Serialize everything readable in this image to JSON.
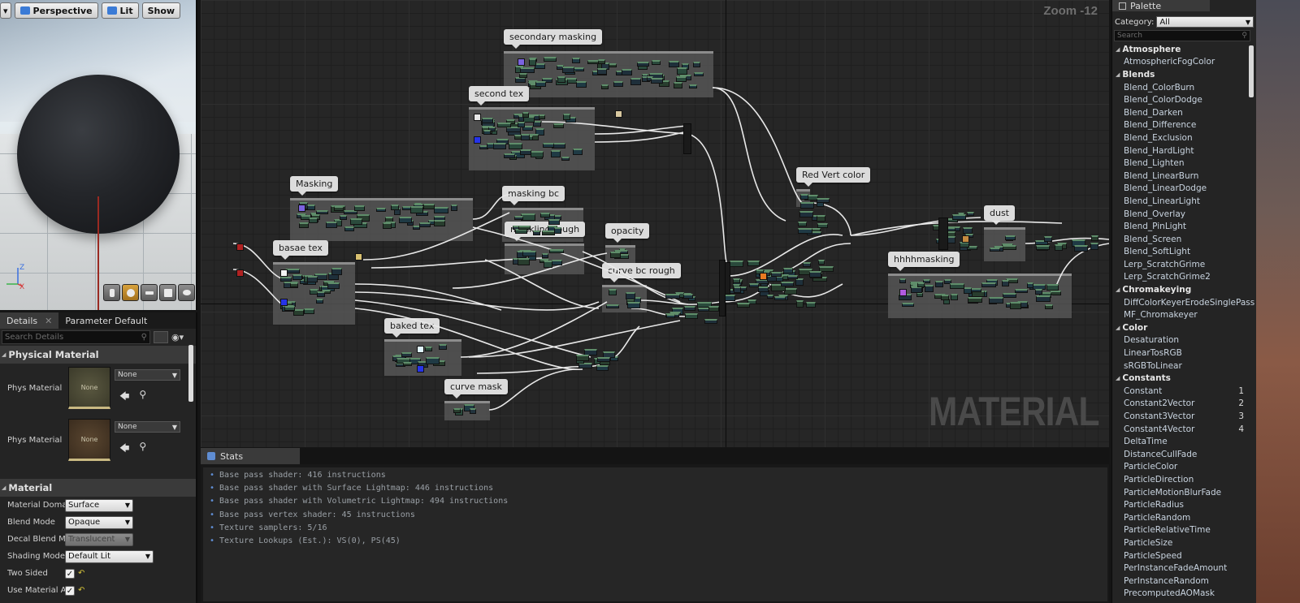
{
  "viewport": {
    "dropdown_icon": "chevron-down-icon",
    "perspective_label": "Perspective",
    "lit_label": "Lit",
    "show_label": "Show",
    "axis_x": "X",
    "axis_z": "Z"
  },
  "details": {
    "tab_details": "Details",
    "tab_parameter_defaults": "Parameter Default",
    "search_placeholder": "Search Details",
    "physical_material": {
      "category": "Physical Material",
      "phys_material_label": "Phys Material",
      "phys_material_value": "None",
      "phys_material_thumb": "None",
      "phys_material_mask_label": "Phys Material M",
      "phys_material_mask_value": "None",
      "phys_material_mask_thumb": "None"
    },
    "material": {
      "category": "Material",
      "rows": [
        {
          "label": "Material Domain",
          "value": "Surface"
        },
        {
          "label": "Blend Mode",
          "value": "Opaque"
        },
        {
          "label": "Decal Blend Mod",
          "value": "Translucent"
        },
        {
          "label": "Shading Model",
          "value": "Default Lit"
        },
        {
          "label": "Two Sided",
          "value": "✓"
        },
        {
          "label": "Use Material Attr",
          "value": "✓"
        }
      ]
    }
  },
  "graph": {
    "zoom_label": "Zoom -12",
    "watermark": "MATERIAL",
    "comments": [
      {
        "title": "secondary masking"
      },
      {
        "title": "second tex"
      },
      {
        "title": "Masking"
      },
      {
        "title": "masking bc"
      },
      {
        "title": "maskling rough"
      },
      {
        "title": "basae tex"
      },
      {
        "title": "opacity"
      },
      {
        "title": "curve bc rough"
      },
      {
        "title": "baked tex"
      },
      {
        "title": "curve mask"
      },
      {
        "title": "Red Vert color"
      },
      {
        "title": "dust"
      },
      {
        "title": "hhhhmasking"
      }
    ]
  },
  "stats": {
    "tab_label": "Stats",
    "lines": [
      "Base pass shader: 416 instructions",
      "Base pass shader with Surface Lightmap: 446 instructions",
      "Base pass shader with Volumetric Lightmap: 494 instructions",
      "Base pass vertex shader: 45 instructions",
      "Texture samplers: 5/16",
      "Texture Lookups (Est.): VS(0), PS(45)"
    ]
  },
  "palette": {
    "title": "Palette",
    "category_label": "Category:",
    "category_value": "All",
    "search_placeholder": "Search",
    "groups": [
      {
        "name": "Atmosphere",
        "items": [
          {
            "label": "AtmosphericFogColor",
            "hotkey": ""
          }
        ]
      },
      {
        "name": "Blends",
        "items": [
          {
            "label": "Blend_ColorBurn",
            "hotkey": ""
          },
          {
            "label": "Blend_ColorDodge",
            "hotkey": ""
          },
          {
            "label": "Blend_Darken",
            "hotkey": ""
          },
          {
            "label": "Blend_Difference",
            "hotkey": ""
          },
          {
            "label": "Blend_Exclusion",
            "hotkey": ""
          },
          {
            "label": "Blend_HardLight",
            "hotkey": ""
          },
          {
            "label": "Blend_Lighten",
            "hotkey": ""
          },
          {
            "label": "Blend_LinearBurn",
            "hotkey": ""
          },
          {
            "label": "Blend_LinearDodge",
            "hotkey": ""
          },
          {
            "label": "Blend_LinearLight",
            "hotkey": ""
          },
          {
            "label": "Blend_Overlay",
            "hotkey": ""
          },
          {
            "label": "Blend_PinLight",
            "hotkey": ""
          },
          {
            "label": "Blend_Screen",
            "hotkey": ""
          },
          {
            "label": "Blend_SoftLight",
            "hotkey": ""
          },
          {
            "label": "Lerp_ScratchGrime",
            "hotkey": ""
          },
          {
            "label": "Lerp_ScratchGrime2",
            "hotkey": ""
          }
        ]
      },
      {
        "name": "Chromakeying",
        "items": [
          {
            "label": "DiffColorKeyerErodeSinglePass",
            "hotkey": ""
          },
          {
            "label": "MF_Chromakeyer",
            "hotkey": ""
          }
        ]
      },
      {
        "name": "Color",
        "items": [
          {
            "label": "Desaturation",
            "hotkey": ""
          },
          {
            "label": "LinearTosRGB",
            "hotkey": ""
          },
          {
            "label": "sRGBToLinear",
            "hotkey": ""
          }
        ]
      },
      {
        "name": "Constants",
        "items": [
          {
            "label": "Constant",
            "hotkey": "1"
          },
          {
            "label": "Constant2Vector",
            "hotkey": "2"
          },
          {
            "label": "Constant3Vector",
            "hotkey": "3"
          },
          {
            "label": "Constant4Vector",
            "hotkey": "4"
          },
          {
            "label": "DeltaTime",
            "hotkey": ""
          },
          {
            "label": "DistanceCullFade",
            "hotkey": ""
          },
          {
            "label": "ParticleColor",
            "hotkey": ""
          },
          {
            "label": "ParticleDirection",
            "hotkey": ""
          },
          {
            "label": "ParticleMotionBlurFade",
            "hotkey": ""
          },
          {
            "label": "ParticleRadius",
            "hotkey": ""
          },
          {
            "label": "ParticleRandom",
            "hotkey": ""
          },
          {
            "label": "ParticleRelativeTime",
            "hotkey": ""
          },
          {
            "label": "ParticleSize",
            "hotkey": ""
          },
          {
            "label": "ParticleSpeed",
            "hotkey": ""
          },
          {
            "label": "PerInstanceFadeAmount",
            "hotkey": ""
          },
          {
            "label": "PerInstanceRandom",
            "hotkey": ""
          },
          {
            "label": "PrecomputedAOMask",
            "hotkey": ""
          }
        ]
      }
    ]
  }
}
